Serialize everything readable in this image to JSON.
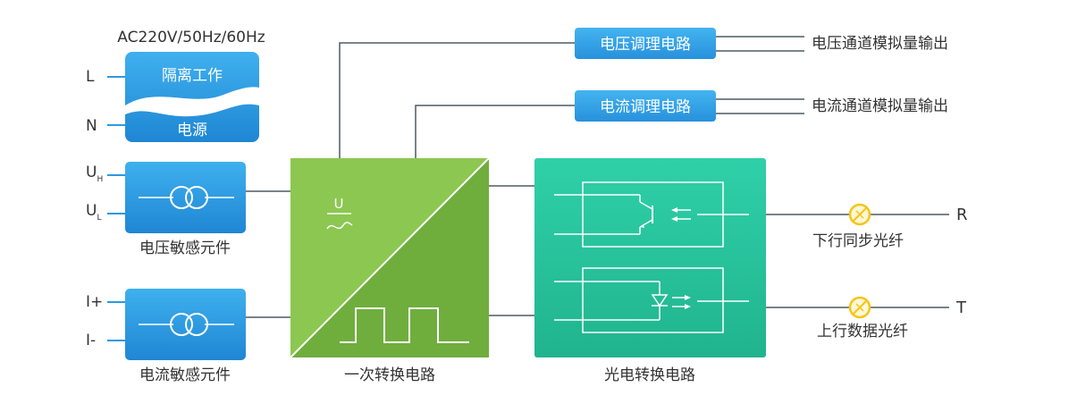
{
  "power": {
    "spec": "AC220V/50Hz/60Hz",
    "title_top": "隔离工作",
    "title_bottom": "电源",
    "pin_l": "L",
    "pin_n": "N"
  },
  "voltage_sensor": {
    "label": "电压敏感元件",
    "pin_h": "U",
    "pin_h_sub": "H",
    "pin_l": "U",
    "pin_l_sub": "L"
  },
  "current_sensor": {
    "label": "电流敏感元件",
    "pin_plus": "I+",
    "pin_minus": "I-"
  },
  "primary_converter": {
    "label": "一次转换电路",
    "symbol": "U"
  },
  "conditioning": {
    "voltage": "电压调理电路",
    "current": "电流调理电路"
  },
  "outputs": {
    "voltage": "电压通道模拟量输出",
    "current": "电流通道模拟量输出"
  },
  "optical_converter": {
    "label": "光电转换电路"
  },
  "fibers": {
    "down_label": "下行同步光纤",
    "down_terminal": "R",
    "up_label": "上行数据光纤",
    "up_terminal": "T"
  },
  "colors": {
    "blue": "#2b9ae0",
    "green": "#8bc34a",
    "teal": "#26c49c",
    "line": "#4d5a63",
    "fiber_icon": "#f5c518"
  }
}
